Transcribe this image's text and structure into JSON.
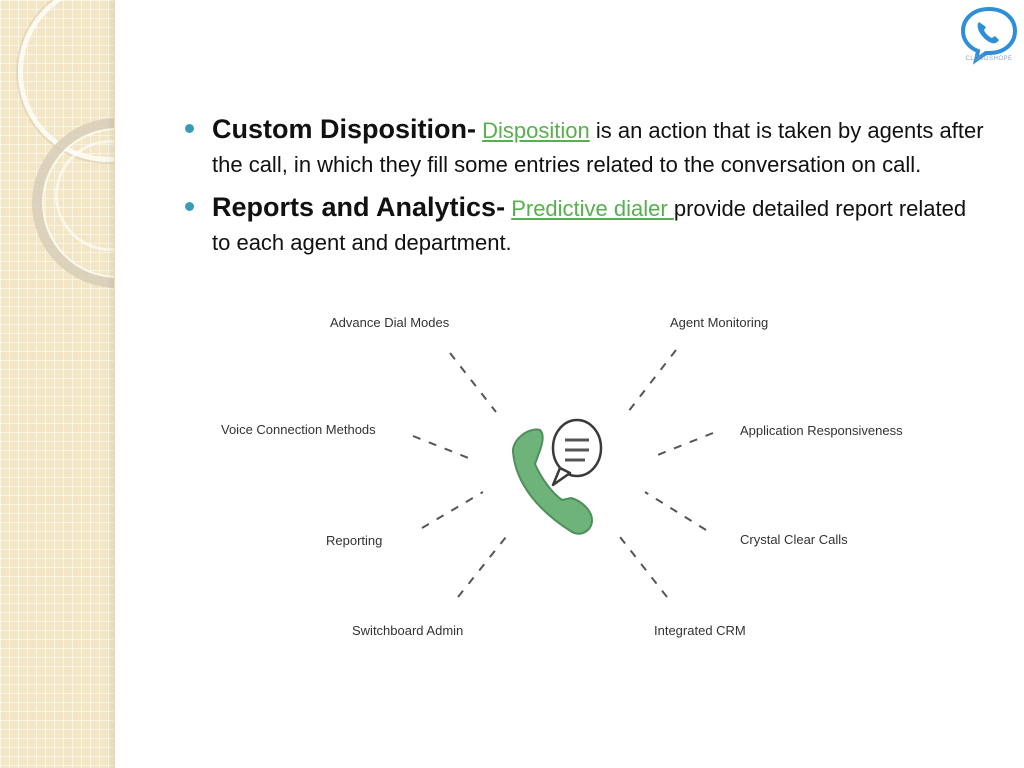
{
  "logo": {
    "text": "CLOUDSHOPE",
    "icon": "phone-chat-bubble-icon",
    "color": "#2e8fd8"
  },
  "bullets": [
    {
      "term": "Custom Disposition-",
      "link": "Disposition",
      "text": " is an action that is taken by agents after the call, in which they fill some entries related to the conversation on call."
    },
    {
      "term": "Reports and Analytics-",
      "link": "Predictive dialer ",
      "text": "provide detailed report related to each agent and department."
    }
  ],
  "diagram": {
    "center_icon": "phone-with-chat-icon",
    "accent_color": "#6db37a",
    "labels": {
      "advance_dial": "Advance Dial Modes",
      "agent_monitoring": "Agent Monitoring",
      "voice_connection": "Voice Connection Methods",
      "app_responsiveness": "Application Responsiveness",
      "reporting": "Reporting",
      "crystal_clear": "Crystal Clear Calls",
      "switchboard": "Switchboard Admin",
      "integrated_crm": "Integrated CRM"
    }
  }
}
